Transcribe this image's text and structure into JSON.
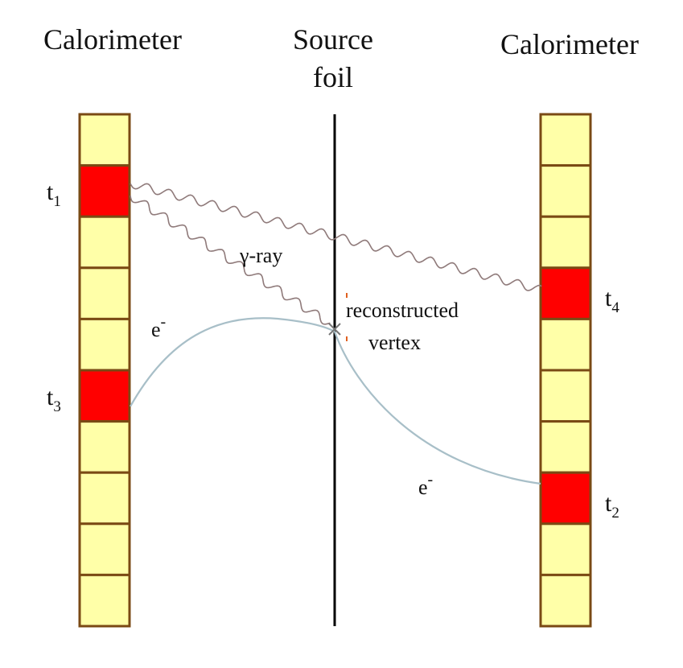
{
  "labels": {
    "left_calorimeter": "Calorimeter",
    "right_calorimeter": "Calorimeter",
    "source_line1": "Source",
    "source_line2": "foil",
    "gamma": "γ-ray",
    "vertex_line1": "reconstructed",
    "vertex_line2": "vertex",
    "electron_left": "e",
    "electron_right": "e",
    "electron_charge": "-"
  },
  "timestamps": [
    {
      "base": "t",
      "sub": "1"
    },
    {
      "base": "t",
      "sub": "2"
    },
    {
      "base": "t",
      "sub": "3"
    },
    {
      "base": "t",
      "sub": "4"
    }
  ],
  "calorimeters": {
    "left": {
      "cells": 10,
      "hit_cells": [
        1,
        5
      ]
    },
    "right": {
      "cells": 10,
      "hit_cells": [
        3,
        7
      ]
    }
  },
  "colors": {
    "cell_fill": "#ffffa8",
    "cell_hit": "#ff0000",
    "cell_border": "#7a4a14",
    "gamma_track": "#8f7a7a",
    "electron_track": "#a8bfc8",
    "foil": "#000000"
  }
}
